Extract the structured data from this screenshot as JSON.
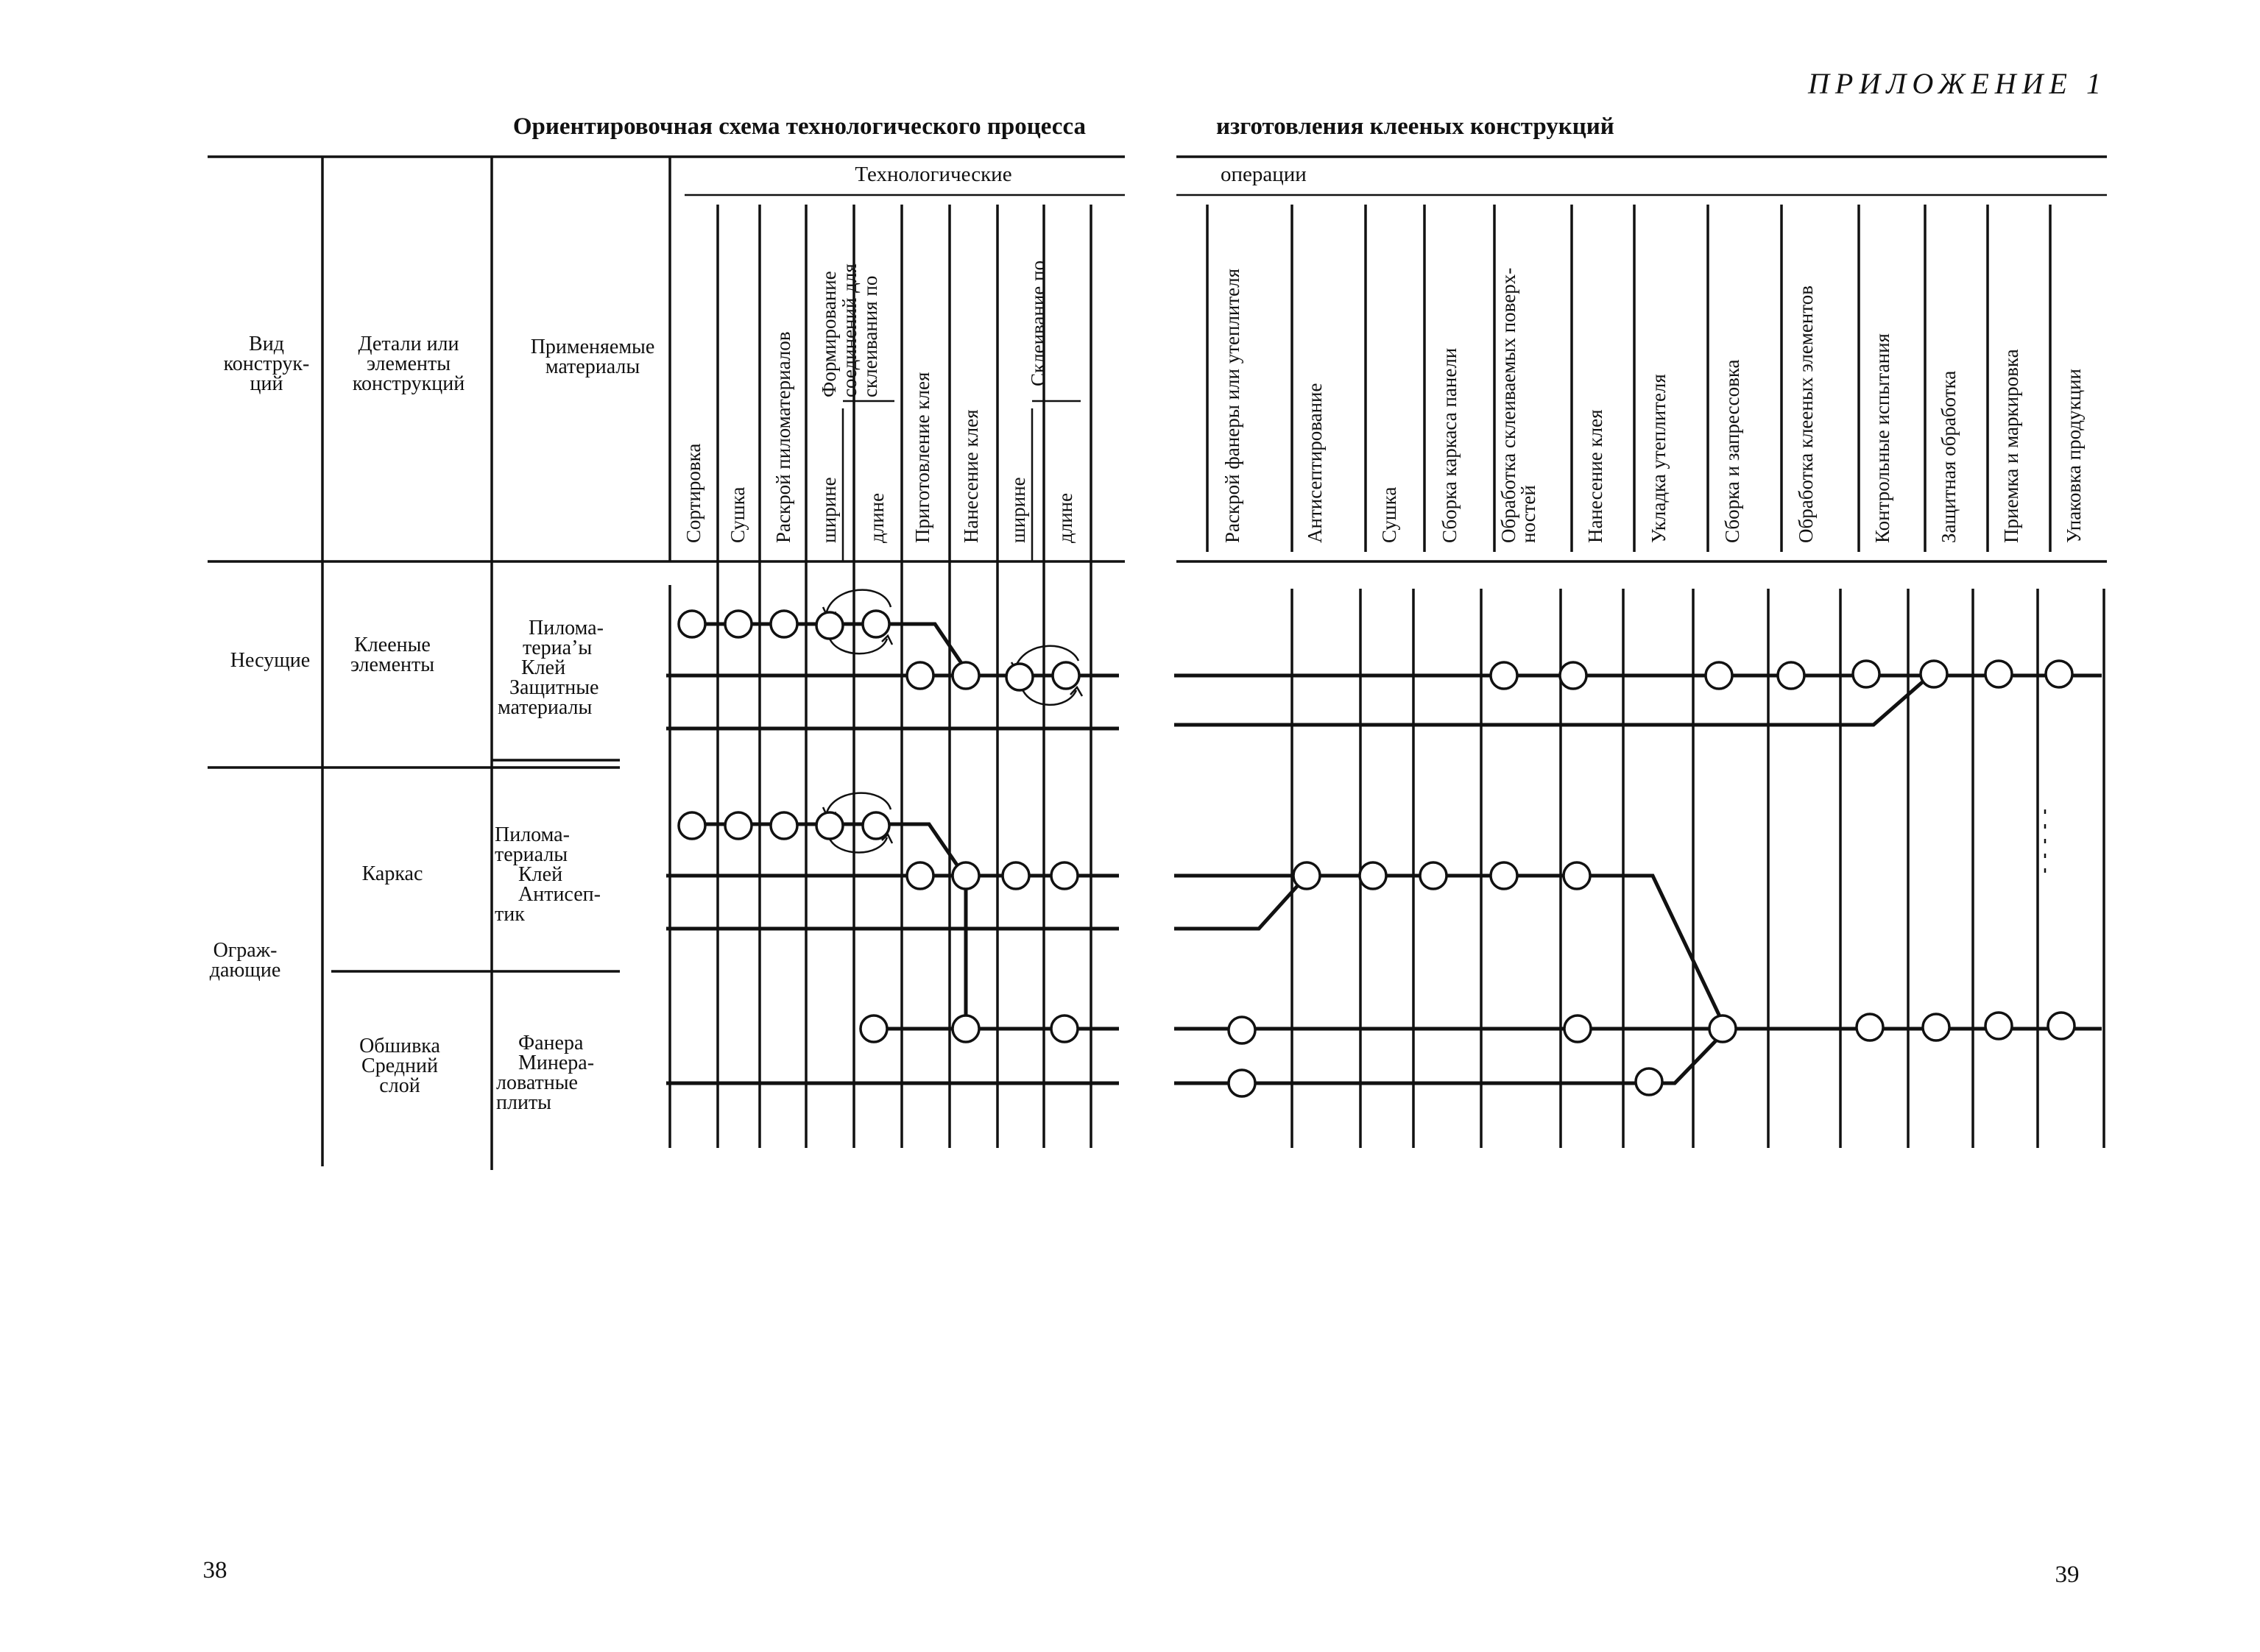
{
  "appendix_label": "ПРИЛОЖЕНИЕ 1",
  "title_left": "Ориентировочная схема технологического процесса",
  "title_right": "изготовления клееных конструкций",
  "group_header_left": "Технологические",
  "group_header_right": "операции",
  "table_headers": {
    "type": [
      "Вид",
      "конструк-",
      "ций"
    ],
    "parts": [
      "Детали или",
      "элементы",
      "конструкций"
    ],
    "materials": [
      "Применяемые",
      "материалы"
    ]
  },
  "operations_left": [
    "Сортировка",
    "Сушка",
    "Раскрой пиломатериалов",
    "ширине",
    "длине",
    "Приготовление клея",
    "Нанесение клея",
    "ширине",
    "длине"
  ],
  "subgroup_forming": [
    "Формирование",
    "соединений для",
    "склеивания по"
  ],
  "subgroup_gluing": "Склеивание по",
  "operations_right": [
    [
      "Раскрой фанеры или утеплителя"
    ],
    [
      "Антисептирование"
    ],
    [
      "Сушка"
    ],
    [
      "Сборка каркаса панели"
    ],
    [
      "Обработка склеиваемых поверх-",
      "ностей"
    ],
    [
      "Нанесение клея"
    ],
    [
      "Укладка утеплителя"
    ],
    [
      "Сборка и запрессовка"
    ],
    [
      "Обработка клееных элементов"
    ],
    [
      "Контрольные испытания"
    ],
    [
      "Защитная обработка"
    ],
    [
      "Приемка и маркировка"
    ],
    [
      "Упаковка продукции"
    ]
  ],
  "rows": {
    "load_bearing": {
      "type": "Несущие",
      "parts": [
        "Клееные",
        "элементы"
      ],
      "materials": [
        "Пилома-",
        "териа’ы",
        "Клей",
        "Защитные",
        "материалы"
      ]
    },
    "enclosing": {
      "type": [
        "Ограж-",
        "дающие"
      ],
      "frame": {
        "parts": "Каркас",
        "materials": [
          "Пилома-",
          "териалы",
          "Клей",
          "Антисеп-",
          "тик"
        ]
      },
      "skin": {
        "parts": [
          "Обшивка",
          "Средний",
          "слой"
        ],
        "materials": [
          "Фанера",
          "Минера-",
          "ловатные",
          "плиты"
        ]
      }
    }
  },
  "page_numbers": {
    "left": "38",
    "right": "39"
  }
}
